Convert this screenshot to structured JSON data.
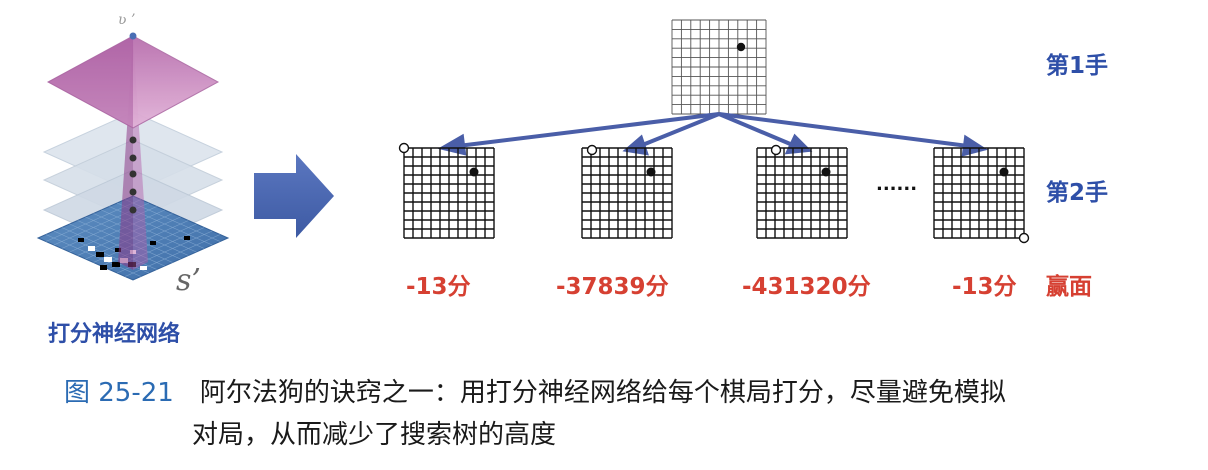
{
  "network_label": "打分神经网络",
  "state_label": "s’",
  "move_labels": {
    "first": "第1手",
    "second": "第2手"
  },
  "ellipsis": "......",
  "scores": [
    "-13分",
    "-37839分",
    "-431320分",
    "-13分"
  ],
  "outcome_label": "赢面",
  "caption": {
    "figure_number": "图 25-21",
    "line1": "阿尔法狗的诀窍之一：用打分神经网络给每个棋局打分，尽量避免模拟",
    "line2": "对局，从而减少了搜索树的高度"
  },
  "colors": {
    "arrow": "#4a5ea8",
    "label_blue": "#2e4fa8",
    "score_red": "#d64032",
    "board_line": "#111111"
  }
}
